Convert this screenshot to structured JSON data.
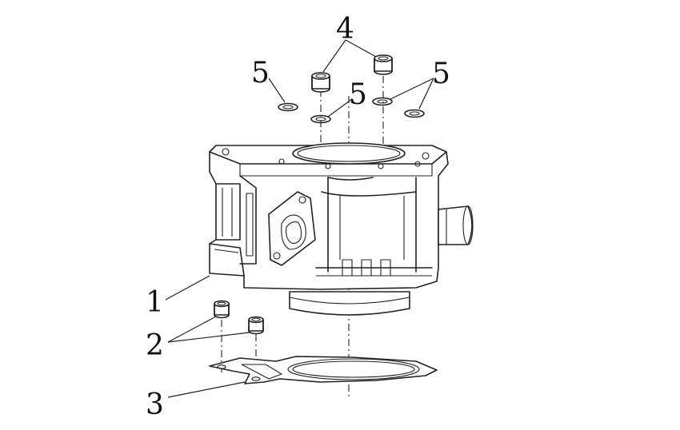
{
  "callouts": {
    "c1": "1",
    "c2": "2",
    "c3": "3",
    "c4": "4",
    "c5a": "5",
    "c5b": "5",
    "c5c": "5"
  },
  "colors": {
    "line": "#222222",
    "background": "#ffffff"
  }
}
